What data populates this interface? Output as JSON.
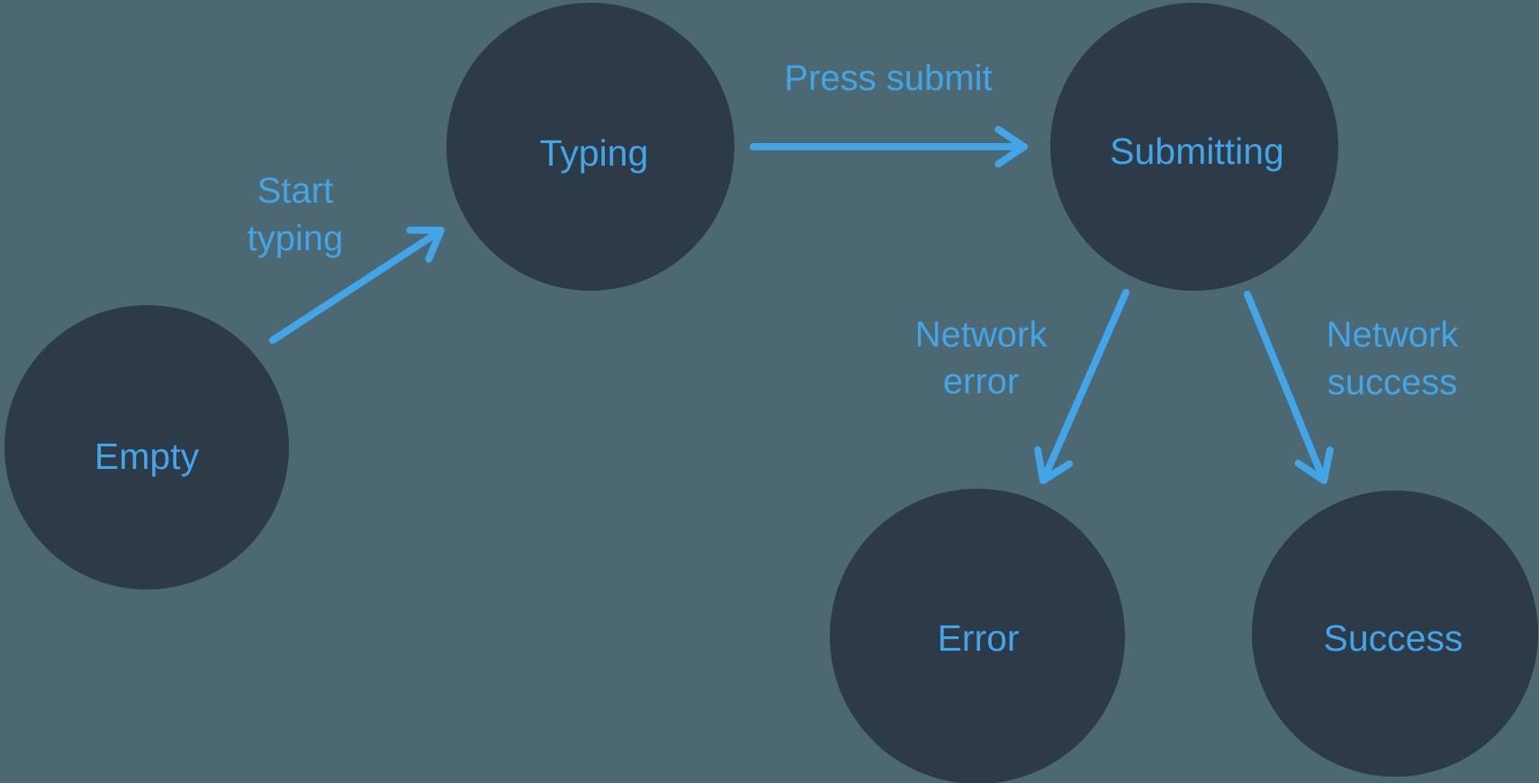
{
  "colors": {
    "background": "#4c6872",
    "node": "#2d3a48",
    "accent": "#41a5e8"
  },
  "diagram": {
    "type": "state-machine",
    "nodes": {
      "empty": {
        "label": "Empty"
      },
      "typing": {
        "label": "Typing"
      },
      "submitting": {
        "label": "Submitting"
      },
      "error": {
        "label": "Error"
      },
      "success": {
        "label": "Success"
      }
    },
    "edges": {
      "start_typing": {
        "from": "empty",
        "to": "typing",
        "label": "Start typing",
        "lines": [
          "Start",
          "typing"
        ]
      },
      "press_submit": {
        "from": "typing",
        "to": "submitting",
        "label": "Press submit",
        "lines": [
          "Press submit"
        ]
      },
      "network_error": {
        "from": "submitting",
        "to": "error",
        "label": "Network error",
        "lines": [
          "Network",
          "error"
        ]
      },
      "network_success": {
        "from": "submitting",
        "to": "success",
        "label": "Network success",
        "lines": [
          "Network",
          "success"
        ]
      }
    }
  }
}
